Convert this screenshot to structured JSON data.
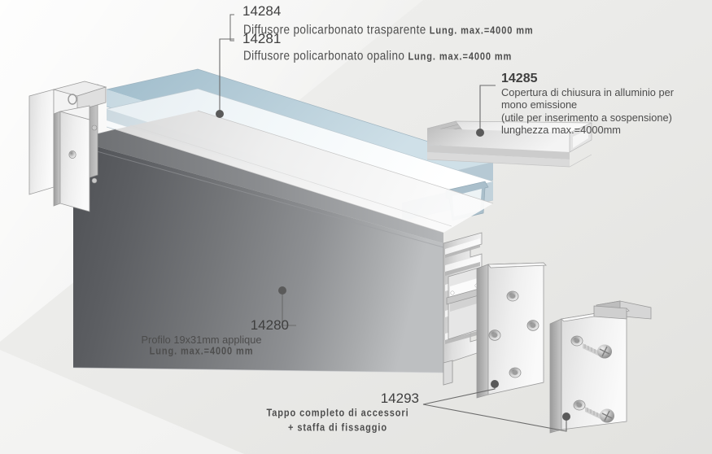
{
  "diagram": {
    "kind": "exploded-assembly-drawing",
    "background_color": "#e9e9e7",
    "line_color": "#6b6b6b"
  },
  "labels": {
    "diffusers": {
      "code_transparent": "14284",
      "desc_transparent": "Diffusore policarbonato trasparente ",
      "desc_transparent_len": "Lung. max.=4000 mm",
      "code_opal": "14281",
      "desc_opal": "Diffusore policarbonato opalino ",
      "desc_opal_len": "Lung. max.=4000 mm"
    },
    "cover": {
      "code": "14285",
      "line1": "Copertura di chiusura in alluminio per",
      "line2": "mono emissione",
      "line3": "(utile per inserimento a sospensione)",
      "line4": "lunghezza max.=4000mm"
    },
    "profile": {
      "code": "14280",
      "line1": "Profilo 19x31mm applique",
      "line2": "Lung. max.=4000 mm"
    },
    "endcap": {
      "code": "14293",
      "line1": "Tappo completo di accessori",
      "line2": "+ staffa di fissaggio"
    }
  },
  "parts": [
    {
      "code": "14284",
      "name": "diffusore-policarbonato-trasparente",
      "color": "#a9c4d2"
    },
    {
      "code": "14281",
      "name": "diffusore-policarbonato-opalino",
      "color": "#eef3f6"
    },
    {
      "code": "14285",
      "name": "copertura-chiusura-alluminio",
      "color": "#cfcfcf"
    },
    {
      "code": "14280",
      "name": "profilo-19x31mm-applique",
      "color": "#6e7073"
    },
    {
      "code": "14293",
      "name": "tappo-completo-accessori-staffa",
      "color": "#dcdcdc"
    }
  ]
}
